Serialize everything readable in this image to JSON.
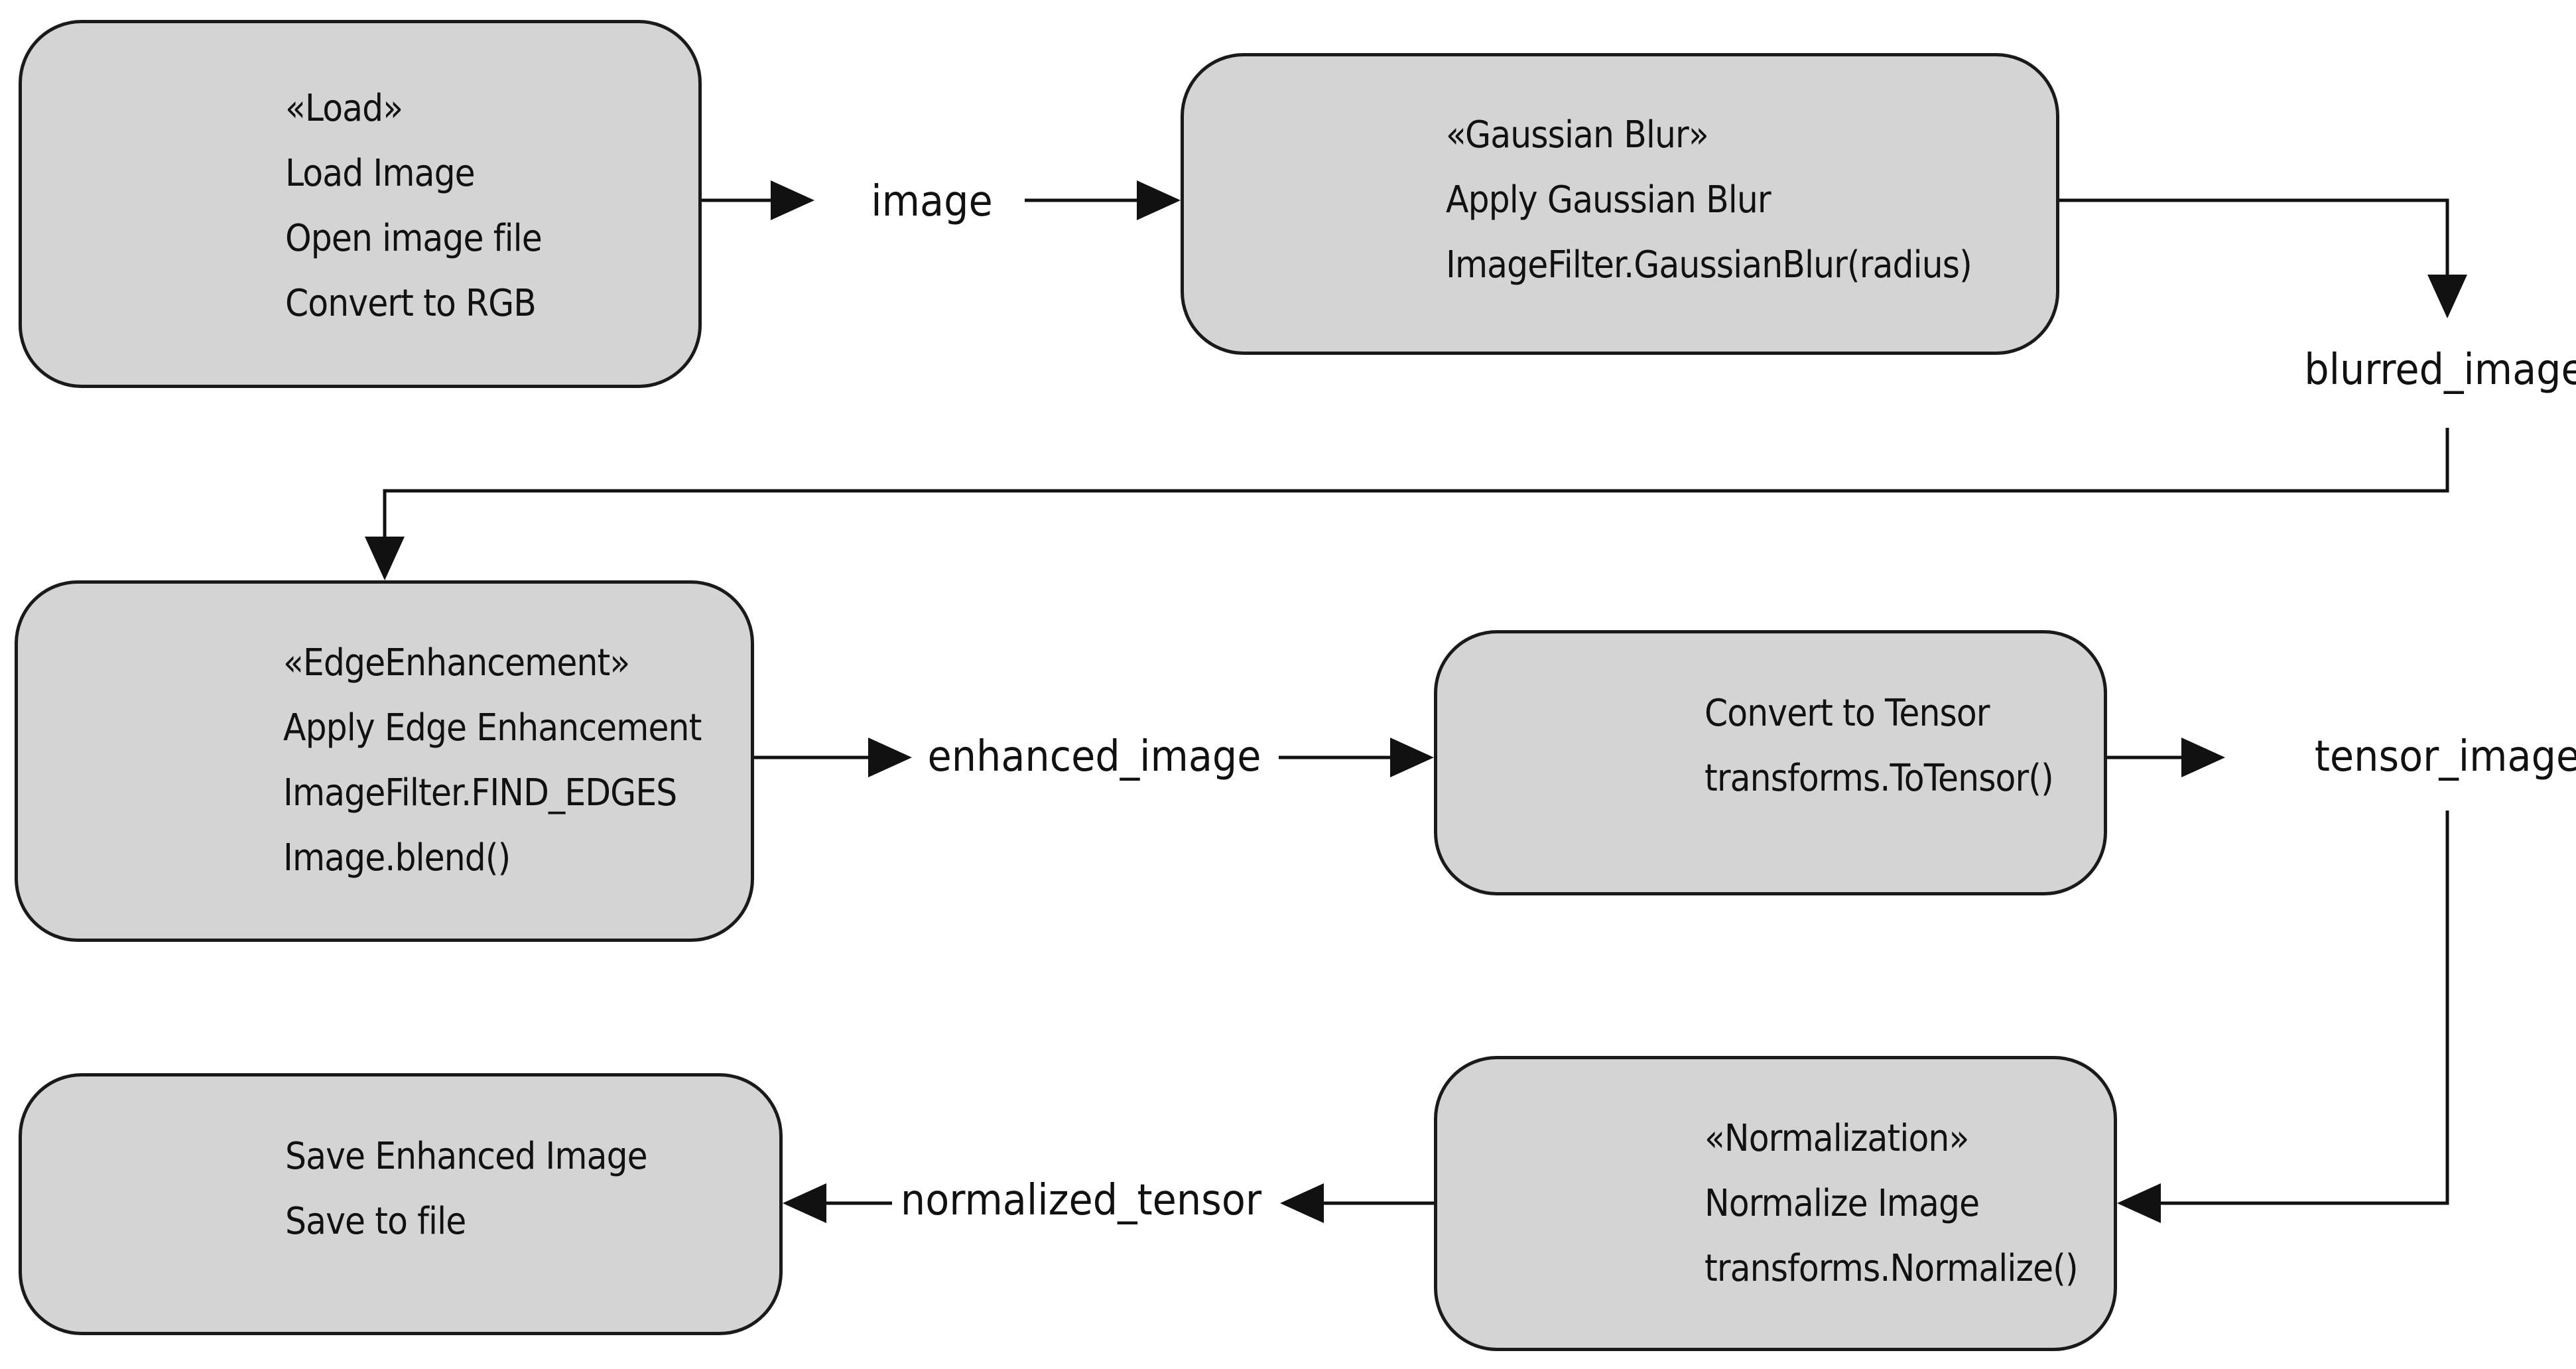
{
  "nodes": [
    {
      "id": "load",
      "lines": [
        "«Load»",
        "Load Image",
        "Open image file",
        "Convert to RGB"
      ]
    },
    {
      "id": "gaussian_blur",
      "lines": [
        "«Gaussian Blur»",
        "Apply Gaussian Blur",
        "ImageFilter.GaussianBlur(radius)"
      ]
    },
    {
      "id": "edge_enhancement",
      "lines": [
        "«EdgeEnhancement»",
        "Apply Edge Enhancement",
        "ImageFilter.FIND_EDGES",
        "Image.blend()"
      ]
    },
    {
      "id": "to_tensor",
      "lines": [
        "Convert to Tensor",
        "transforms.ToTensor()"
      ]
    },
    {
      "id": "normalization",
      "lines": [
        "«Normalization»",
        "Normalize Image",
        "transforms.Normalize()"
      ]
    },
    {
      "id": "save",
      "lines": [
        "Save Enhanced Image",
        "Save to file"
      ]
    }
  ],
  "flow_labels": {
    "image": "image",
    "blurred_image": "blurred_image",
    "enhanced_image": "enhanced_image",
    "tensor_image": "tensor_image",
    "normalized_tensor": "normalized_tensor"
  },
  "edges": [
    {
      "from": "load",
      "to": "gaussian_blur",
      "label": "image"
    },
    {
      "from": "gaussian_blur",
      "to": "edge_enhancement",
      "label": "blurred_image"
    },
    {
      "from": "edge_enhancement",
      "to": "to_tensor",
      "label": "enhanced_image"
    },
    {
      "from": "to_tensor",
      "to": "normalization",
      "label": "tensor_image"
    },
    {
      "from": "normalization",
      "to": "save",
      "label": "normalized_tensor"
    }
  ],
  "colors": {
    "box_fill": "#d4d4d4",
    "box_border": "#1a1a1a",
    "line": "#111111",
    "text": "#111111"
  }
}
